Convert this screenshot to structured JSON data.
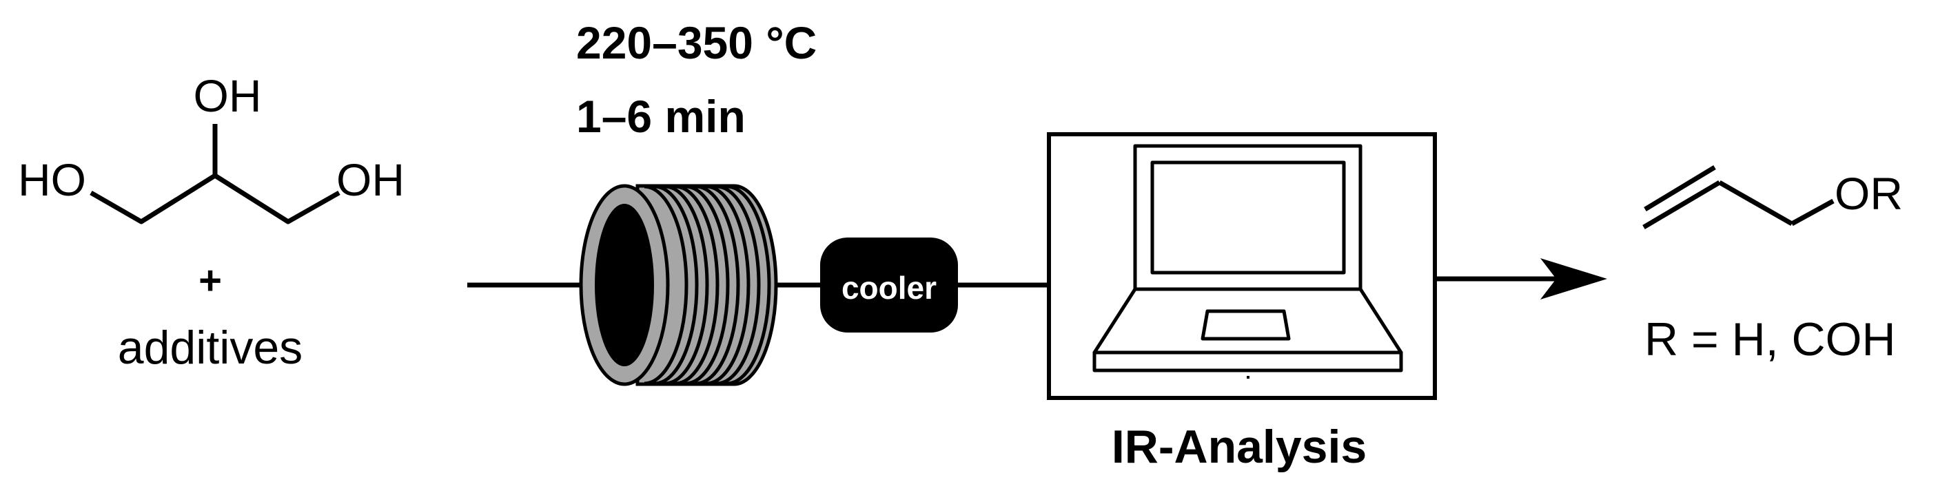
{
  "reactant": {
    "oh_top": "OH",
    "ho_left": "HO",
    "oh_right": "OH",
    "plus": "+",
    "additives": "additives"
  },
  "conditions": {
    "temperature": "220–350 °C",
    "time": "1–6 min"
  },
  "cooler": {
    "label": "cooler"
  },
  "analysis": {
    "label": "IR-Analysis"
  },
  "product": {
    "or_label": "OR",
    "r_definition": "R = H, COH"
  },
  "colors": {
    "ink": "#000000",
    "coil_fill": "#a6a6a6",
    "background": "#ffffff"
  }
}
